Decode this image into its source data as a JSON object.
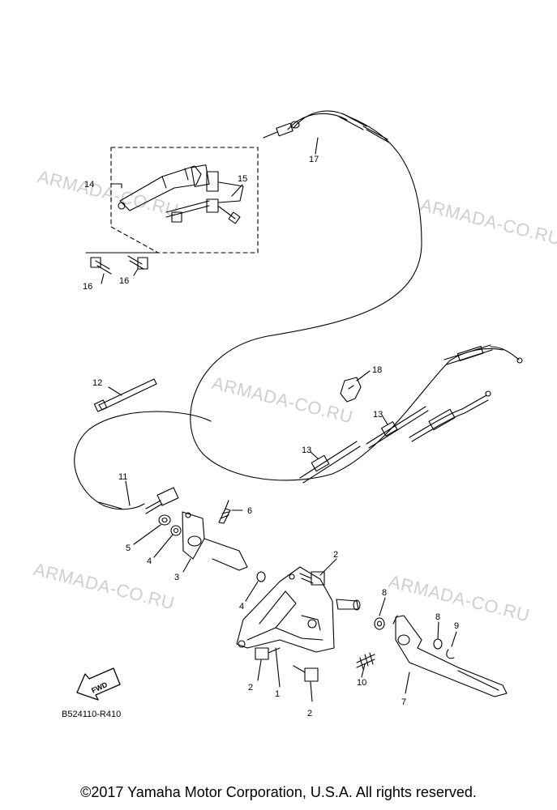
{
  "watermark": "ARMADA-CO.RU",
  "callouts": [
    "1",
    "2",
    "2",
    "2",
    "3",
    "4",
    "4",
    "5",
    "6",
    "7",
    "8",
    "8",
    "9",
    "10",
    "11",
    "12",
    "13",
    "13",
    "14",
    "15",
    "16",
    "16",
    "17",
    "18"
  ],
  "fwd_label": "FWD",
  "diagram_ref": "B524110-R410",
  "copyright": "©2017 Yamaha Motor Corporation, U.S.A. All rights reserved."
}
